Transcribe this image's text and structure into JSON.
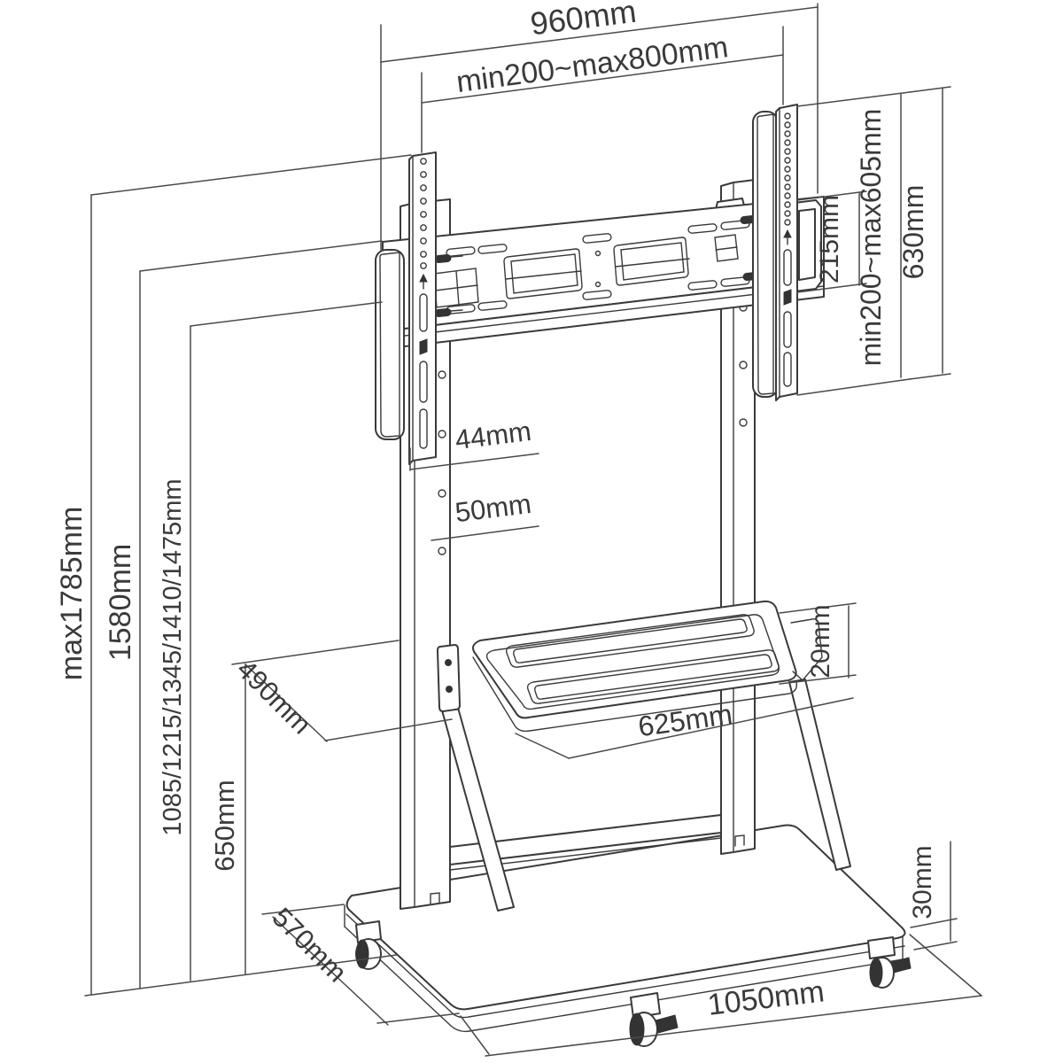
{
  "drawing": {
    "type": "technical-dimension-diagram",
    "subject": "mobile TV floor stand with shelf and casters"
  },
  "labels": {
    "overall_width": "960mm",
    "vesa_width_range": "min200~max800mm",
    "bracket_opening": "215mm",
    "vesa_height_range": "min200~max605mm",
    "bracket_height": "630mm",
    "hole_gap": "44mm",
    "hole_pitch": "50mm",
    "max_height": "max1785mm",
    "frame_height": "1580mm",
    "height_positions": "1085/1215/1345/1410/1475mm",
    "shelf_height": "650mm",
    "shelf_depth": "490mm",
    "shelf_thickness": "20mm",
    "shelf_width": "625mm",
    "base_depth": "570mm",
    "base_length": "1050mm",
    "base_thickness": "30mm"
  }
}
